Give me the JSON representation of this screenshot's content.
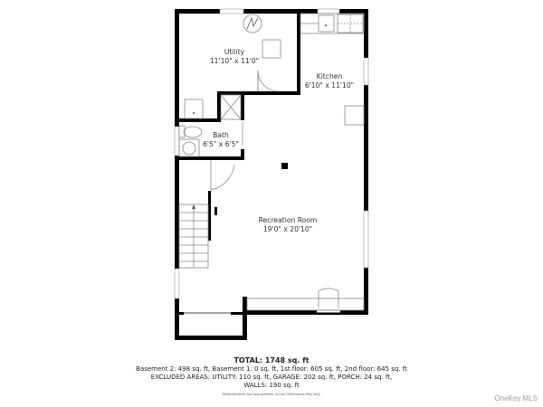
{
  "rooms": [
    {
      "name": "Utility",
      "dims": "11'10\" x 11'0\""
    },
    {
      "name": "Kitchen",
      "dims": "6'10\" x 11'10\""
    },
    {
      "name": "Bath",
      "dims": "6'5\" x 6'5\""
    },
    {
      "name": "Recreation Room",
      "dims": "19'0\" x 20'10\""
    }
  ],
  "summary": {
    "total": "TOTAL: 1748 sq. ft",
    "floors": "Basement 2: 498 sq. ft, Basement 1: 0 sq. ft, 1st floor: 605 sq. ft, 2nd floor: 645 sq. ft",
    "excluded": "EXCLUDED AREAS: UTILITY: 110 sq. ft, GARAGE: 202 sq. ft, PORCH: 24 sq. ft,",
    "walls": "WALLS: 190 sq. ft",
    "disclaimer": "Measurements Are Approximate. Actual Dimensions May Vary."
  },
  "watermark": "OneKey MLS",
  "colors": {
    "wall": "#000000",
    "fixture": "#888888",
    "text": "#333333",
    "watermark": "#9a9a9a"
  }
}
